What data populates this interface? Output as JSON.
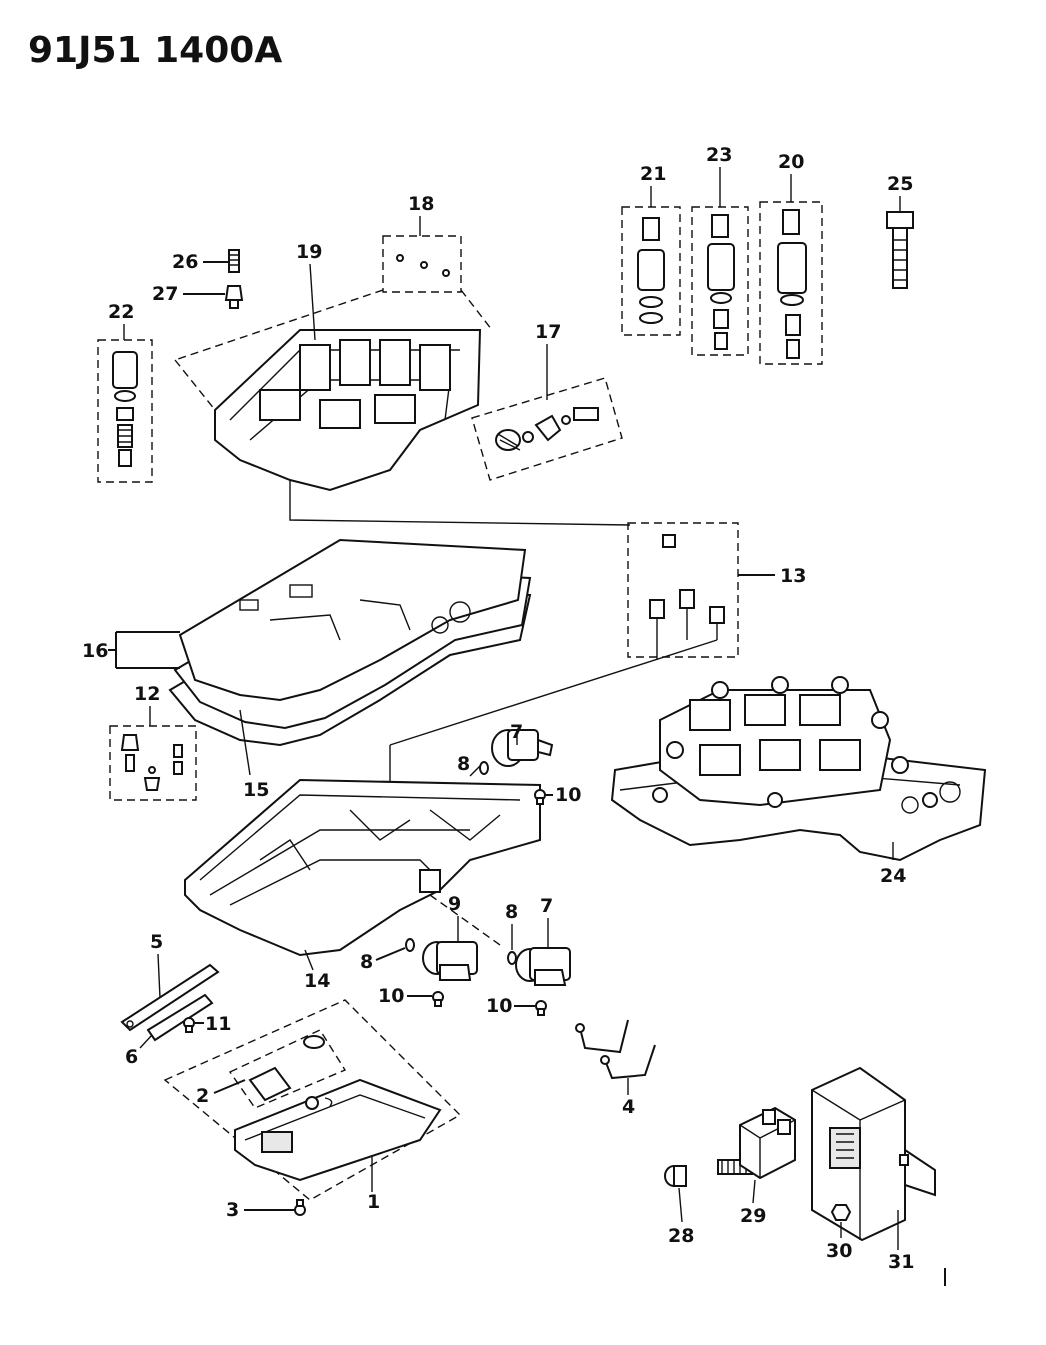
{
  "header": {
    "title": "91J51 1400A"
  },
  "callouts": {
    "c1": "1",
    "c2": "2",
    "c3": "3",
    "c4": "4",
    "c5": "5",
    "c6": "6",
    "c7a": "7",
    "c7b": "7",
    "c8a": "8",
    "c8b": "8",
    "c8c": "8",
    "c9": "9",
    "c10a": "10",
    "c10b": "10",
    "c10c": "10",
    "c11": "11",
    "c12": "12",
    "c13": "13",
    "c14": "14",
    "c15": "15",
    "c16": "16",
    "c17": "17",
    "c18": "18",
    "c19": "19",
    "c20": "20",
    "c21": "21",
    "c22": "22",
    "c23": "23",
    "c24": "24",
    "c25": "25",
    "c26": "26",
    "c27": "27",
    "c28": "28",
    "c29": "29",
    "c30": "30",
    "c31": "31"
  }
}
